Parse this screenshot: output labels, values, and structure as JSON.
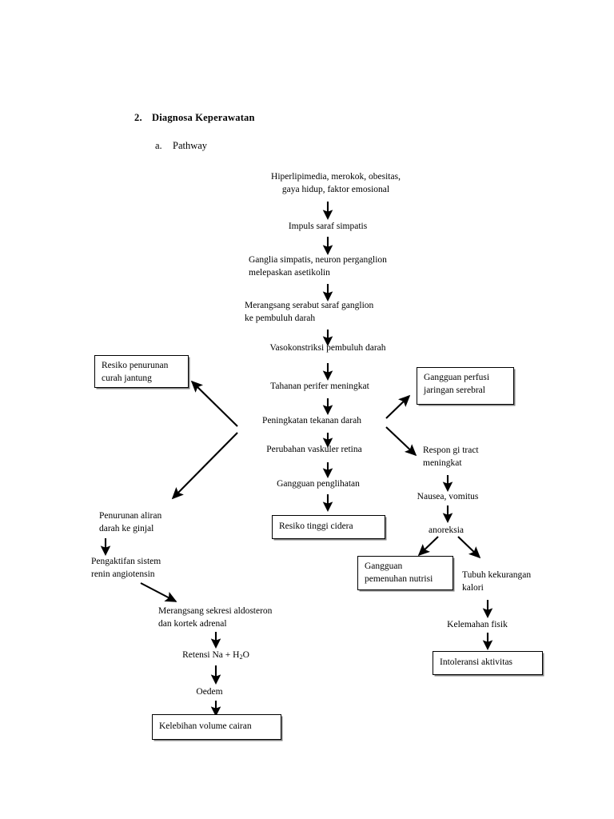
{
  "document": {
    "section_number": "2.",
    "section_title": "Diagnosa  Keperawatan",
    "sub_item_letter": "a.",
    "sub_item_title": "Pathway"
  },
  "diagram": {
    "type": "flowchart",
    "nodes": [
      {
        "id": "n1",
        "text": "Hiperlipimedia, merokok, obesitas,\ngaya hidup, faktor emosional",
        "boxed": false
      },
      {
        "id": "n2",
        "text": "Impuls saraf simpatis",
        "boxed": false
      },
      {
        "id": "n3",
        "text": "Ganglia simpatis, neuron perganglion\nmelepaskan asetikolin",
        "boxed": false
      },
      {
        "id": "n4",
        "text": "Merangsang serabut saraf ganglion\nke pembuluh darah",
        "boxed": false
      },
      {
        "id": "n5",
        "text": "Vasokonstriksi pembuluh darah",
        "boxed": false
      },
      {
        "id": "n6",
        "text": "Tahanan perifer meningkat",
        "boxed": false
      },
      {
        "id": "n7",
        "text": "Peningkatan tekanan darah",
        "boxed": false
      },
      {
        "id": "n8",
        "text": "Perubahan vaskuler retina",
        "boxed": false
      },
      {
        "id": "n9",
        "text": "Gangguan penglihatan",
        "boxed": false
      },
      {
        "id": "n10",
        "text": "Resiko tinggi cidera",
        "boxed": true
      },
      {
        "id": "n11",
        "text": "Resiko penurunan\ncurah jantung",
        "boxed": true
      },
      {
        "id": "n12",
        "text": "Gangguan perfusi\njaringan serebral",
        "boxed": true
      },
      {
        "id": "n13",
        "text": "Respon gi tract\nmeningkat",
        "boxed": false
      },
      {
        "id": "n14",
        "text": "Nausea, vomitus",
        "boxed": false
      },
      {
        "id": "n15",
        "text": "anoreksia",
        "boxed": false
      },
      {
        "id": "n16",
        "text": "Gangguan\npemenuhan nutrisi",
        "boxed": true
      },
      {
        "id": "n17",
        "text": "Tubuh kekurangan\nkalori",
        "boxed": false
      },
      {
        "id": "n18",
        "text": "Kelemahan fisik",
        "boxed": false
      },
      {
        "id": "n19",
        "text": "Intoleransi aktivitas",
        "boxed": true
      },
      {
        "id": "n20",
        "text": "Penurunan aliran\ndarah ke ginjal",
        "boxed": false
      },
      {
        "id": "n21",
        "text": "Pengaktifan sistem\nrenin angiotensin",
        "boxed": false
      },
      {
        "id": "n22",
        "text": "Merangsang sekresi aldosteron\ndan kortek adrenal",
        "boxed": false
      },
      {
        "id": "n23",
        "text": "Retensi Na + H2O",
        "boxed": false
      },
      {
        "id": "n24",
        "text": "Oedem",
        "boxed": false
      },
      {
        "id": "n25",
        "text": "Kelebihan volume cairan",
        "boxed": true
      }
    ],
    "edges": [
      {
        "from": "n1",
        "to": "n2",
        "style": "vertical"
      },
      {
        "from": "n2",
        "to": "n3",
        "style": "vertical"
      },
      {
        "from": "n3",
        "to": "n4",
        "style": "vertical"
      },
      {
        "from": "n4",
        "to": "n5",
        "style": "vertical"
      },
      {
        "from": "n5",
        "to": "n6",
        "style": "vertical"
      },
      {
        "from": "n6",
        "to": "n7",
        "style": "vertical"
      },
      {
        "from": "n7",
        "to": "n8",
        "style": "vertical"
      },
      {
        "from": "n8",
        "to": "n9",
        "style": "vertical"
      },
      {
        "from": "n9",
        "to": "n10",
        "style": "vertical"
      },
      {
        "from": "n7",
        "to": "n11",
        "style": "diagonal-up-left"
      },
      {
        "from": "n7",
        "to": "n20",
        "style": "diagonal-down-left"
      },
      {
        "from": "n7",
        "to": "n12",
        "style": "diagonal-up-right"
      },
      {
        "from": "n7",
        "to": "n13",
        "style": "diagonal-down-right"
      },
      {
        "from": "n13",
        "to": "n14",
        "style": "vertical"
      },
      {
        "from": "n14",
        "to": "n15",
        "style": "vertical"
      },
      {
        "from": "n15",
        "to": "n16",
        "style": "diagonal-down-left"
      },
      {
        "from": "n15",
        "to": "n17",
        "style": "diagonal-down-right"
      },
      {
        "from": "n17",
        "to": "n18",
        "style": "vertical"
      },
      {
        "from": "n18",
        "to": "n19",
        "style": "vertical"
      },
      {
        "from": "n20",
        "to": "n21",
        "style": "vertical"
      },
      {
        "from": "n21",
        "to": "n22",
        "style": "diagonal-down-right"
      },
      {
        "from": "n22",
        "to": "n23",
        "style": "vertical"
      },
      {
        "from": "n23",
        "to": "n24",
        "style": "vertical"
      },
      {
        "from": "n24",
        "to": "n25",
        "style": "vertical"
      }
    ]
  },
  "colors": {
    "ink": "#000000",
    "page": "#ffffff",
    "box_shadow": "#808080"
  }
}
